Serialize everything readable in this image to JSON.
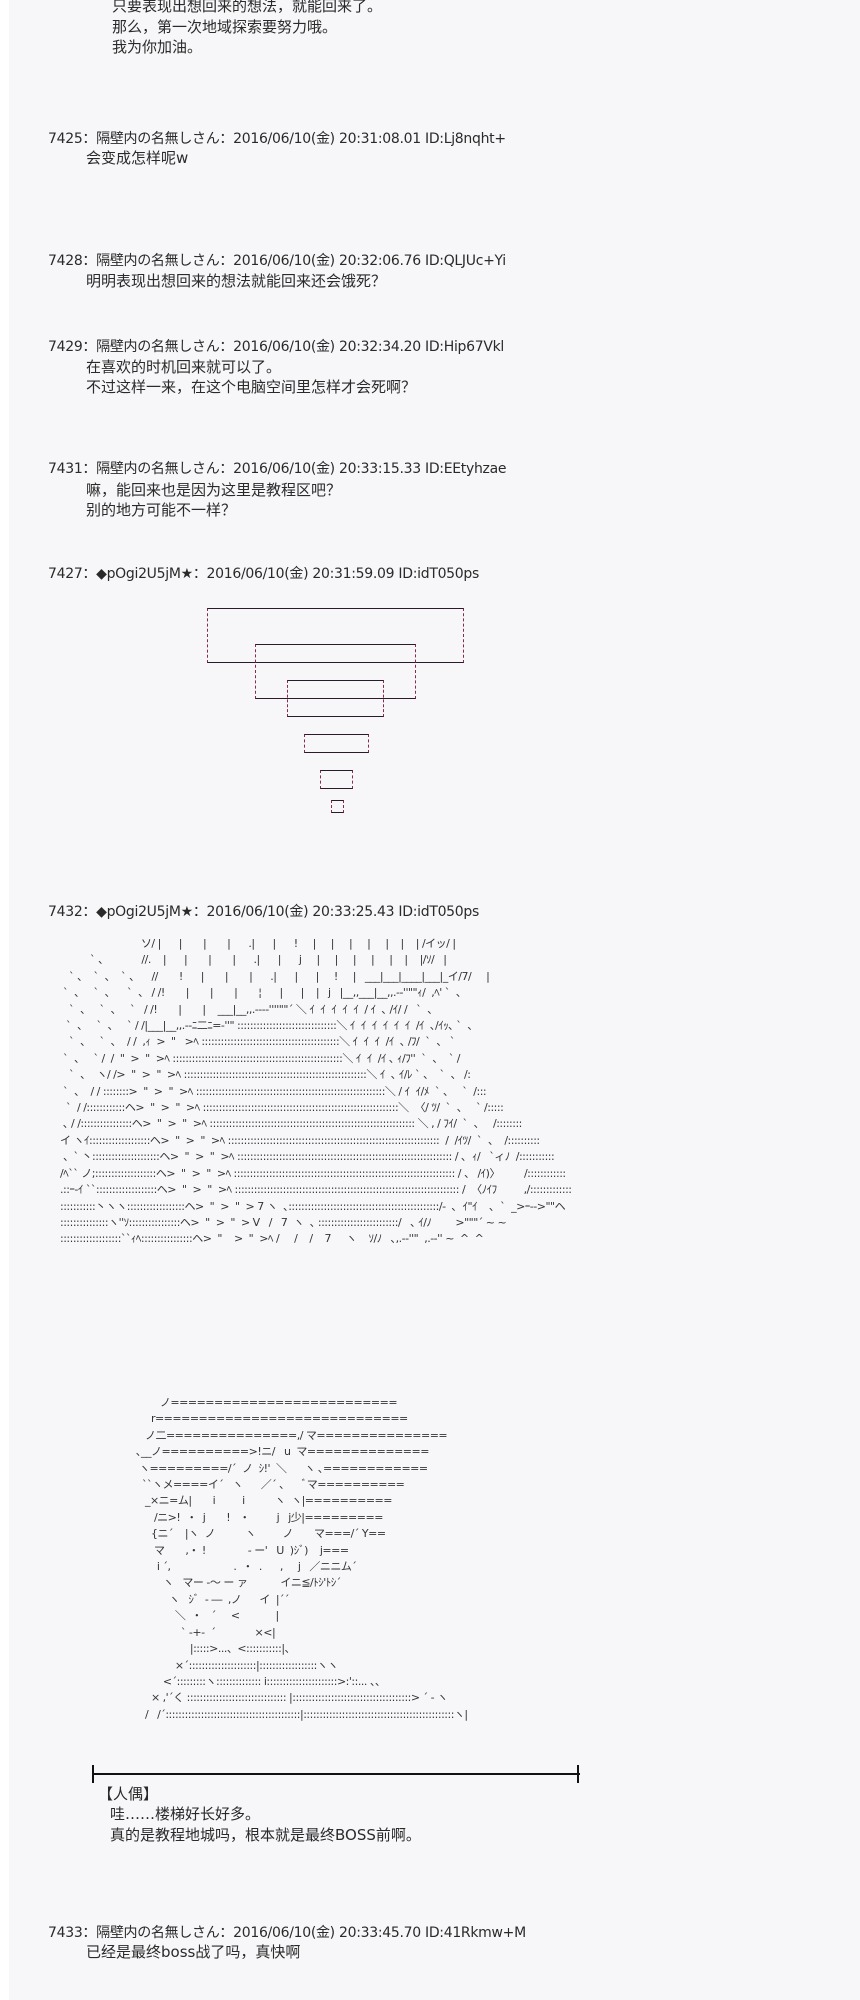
{
  "top_post": {
    "lines": [
      "只要表现出想回来的想法，就能回来了。",
      "那么，第一次地域探索要努力哦。",
      "我为你加油。"
    ]
  },
  "posts": [
    {
      "header": "7425：隔壁内の名無しさん：2016/06/10(金) 20:31:08.01 ID:Lj8nqht+",
      "lines": [
        "会变成怎样呢w"
      ]
    },
    {
      "header": "7428：隔壁内の名無しさん：2016/06/10(金) 20:32:06.76 ID:QLJUc+Yi",
      "lines": [
        "明明表现出想回来的想法就能回来还会饿死？"
      ]
    },
    {
      "header": "7429：隔壁内の名無しさん：2016/06/10(金) 20:32:34.20 ID:Hip67Vkl",
      "lines": [
        "在喜欢的时机回来就可以了。",
        "不过这样一来，在这个电脑空间里怎样才会死啊？"
      ]
    },
    {
      "header": "7431：隔壁内の名無しさん：2016/06/10(金) 20:33:15.33 ID:EEtyhzae",
      "lines": [
        "嘛，能回来也是因为这里是教程区吧？",
        "别的地方可能不一样？"
      ]
    },
    {
      "header": "7427：◆pOgi2U5jM★：2016/06/10(金) 20:31:59.09 ID:idT050ps"
    },
    {
      "header": "7432：◆pOgi2U5jM★：2016/06/10(金) 20:33:25.43 ID:idT050ps",
      "caption": {
        "speaker": "【人偶】",
        "lines": [
          "哇……楼梯好长好多。",
          "真的是教程地城吗，根本就是最终BOSS前啊。"
        ]
      }
    },
    {
      "header": "7433：隔壁内の名無しさん：2016/06/10(金) 20:33:45.70 ID:41Rkmw+M",
      "lines": [
        "已经是最终boss战了吗，真快啊"
      ]
    }
  ],
  "aa_stairs_scene": [
    "                           ソ/ |      |       |       |      .|      |      !     |     |     |     |     |    |    | /イッ/ |",
    "          ` 、           //.    |      |       |       |      .|      |      j     |     |     |     |     |    |    |/ｿ/   |",
    "   ` 、  `  、  ` 、    //       !      |       |       |      .|      |      |     !     |   ___|___|____|___|_イ/7/     |",
    " `  、   `  、    `  、 / /!       |       |       |       ¦      |      |    |   j   |__,,___|__,,.-‐''\"\"ｨ/  ,ﾍ' `  、",
    "   `  、   `  、   `   / /!       |       |    ___|__,,.--‐‐''''\"\"´ ＼ ｲ  ｲ  ｲ  ｲ  ｲ  / ｲ  ､ /ｲ/ /   `  、",
    "  `  、   `  、   ` / /|___|__,,.-‐ﾆ二ﾆ=‐''\" :::::::::::::::::::::::::::::::＼ ｲ  ｲ  ｲ  ｲ  ｲ  ｲ  /ｲ  ､/ｲｯ､ `  、",
    "   `  、   `  、  / /  ,ｨ  >  \"   >ﾍ :::::::::::::::::::::::::::::::::::::::::::＼ ｲ  ｲ  ｲ  /ｲ  ､ /ﾌ/  `  、 `",
    " `  、   ` /  /  \"  >  \"  >ﾍ :::::::::::::::::::::::::::::::::::::::::::::::::::::＼ ｲ  ｲ  /ｲ ､ ｨ/ﾌ''  `  、  ` /",
    "   `  、  ヽ/ />  \"  >  \"  >ﾍ :::::::::::::::::::::::::::::::::::::::::::::::::::::::::＼ ｲ  ､ ｲ/ﾚ ` 、  `  、 /:",
    " `  、  / / ::::::::>  \"  >  \"  >ﾍ :::::::::::::::::::::::::::::::::::::::::::::::::::::::::::＼ / ｲ  ｲ/ﾒ  ` 、   `  /:::",
    "  `  / /::::::::::::ヘ>  \"  >  \"  >ﾍ :::::::::::::::::::::::::::::::::::::::::::::::::::::::::::::＼  〈/ ﾂ/  `  、   ` /:::::",
    " ､ / /::::::::::::::::ヘ>  \"  >  \"  >ﾍ :::::::::::::::::::::::::::::::::::::::::::::::::::::::::::::::: ＼ , / ﾌｲ/  `  、   /::::::::",
    "イ ヽｲ:::::::::::::::::::ヘ>  \"  >  \"  >ﾍ ::::::::::::::::::::::::::::::::::::::::::::::::::::::::::::::::::  /  /ｲﾂ/  `  、  /::::::::::",
    " 、` 丶:::::::::::::::::::::ヘ>  \"  >  \"  >ﾍ ::::::::::::::::::::::::::::::::::::::::::::::::::::::::::::::::::: / ､  ｨ/   `ィﾉ  /:::::::::::",
    "/ﾍ`` ノ;:::::::::::::::::::ヘ>  \"  >  \"  >ﾍ ::::::::::::::::::::::::::::::::::::::::::::::::::::::::::::::::::::: / 、 /ｲ)〉        /::::::::::::",
    ".::ｰ‐ｲ ``:::::::::::::::::::ヘ>  \"  >  \"  >ﾍ :::::::::::::::::::::::::::::::::::::::::::::::::::::::::::::::::::::: /  〈ﾉｲﾌ         ,/:::::::::::::",
    ":::::::::::丶ヽヽ::::::::::::::::::ヘ>  \"  >  \"  > 7 ヽ  ､:::::::::::::::::::::::::::::::::::::::::::::::/-  ､  ｲ\"ｲ    ､  `  _>ｰ-‐>\"\"ヘ",
    ":::::::::::::::ヽ''ｿ::::::::::::::::ヘ>  \"  >  \"  > V   /   7  ヽ  ､ :::::::::::::::::::::::::/   ､ ｲ/ﾉ        >\"\"\"´ ~ ~",
    ":::::::::::::::::::``ｨﾍ::::::::::::::::ヘ>  \"    >  \"  >ﾍ /     /    /    7     ヽ    ｿ/ﾉ   ､,.-‐''\"  ,.-‐'' ~  ^  ^"
  ],
  "aa_doll": [
    "                    ノ==========================",
    "                 r=============================",
    "               ノ二===============,/ マ===============",
    "            ､__ノ==========>!ニ/   u  マ==============",
    "             ヽ=========/´  ノ  ｼ!'  ＼      ヽ ､============",
    "              ``ヽメ====イ´   ヽ      ／´ ､      ﾞマ==========",
    "               _×ニ=ム|       i         i          ヽ  ヽ|==========",
    "                  /ニ>!  ・  j       !   ・         j   j少|=========",
    "                 {ニ´    |ヽ  ノ          ヽ         ノ       マ===/´ Y==",
    "                  マ       ,・ !              ‐ ー'   U  )ｼﾞ)    j===",
    "                   i ´,                     .  ・  .      ,     j   ／ニニム´",
    "                     ヽ   マー ‐～ ー ァ           イニ≦/ﾄｼ'ﾄｼ´",
    "                       ヽ   ｼﾞ  - ―  ,ノ      イ  |´´",
    "                         ＼  ・   ´     <            |",
    "                           ` ‐+-  ´             ×<|",
    "                              |:::::>...、<:::::::::::|、",
    "                         ×´:::::::::::::::::::::|::::::::::::::::::ヽヽ",
    "                     <´:::::::::ヽ:::::::::::::: i::::::::::::::::::::::>:'::... 、、",
    "                 × ,'´く ::::::::::::::::::::::::::::::: |:::::::::::::::::::::::::::::::::::::> ´ - ヽ",
    "               /   /´::::::::::::::::::::::::::::::::::::::::::|:::::::::::::::::::::::::::::::::::::::::::::::ヽ|"
  ]
}
